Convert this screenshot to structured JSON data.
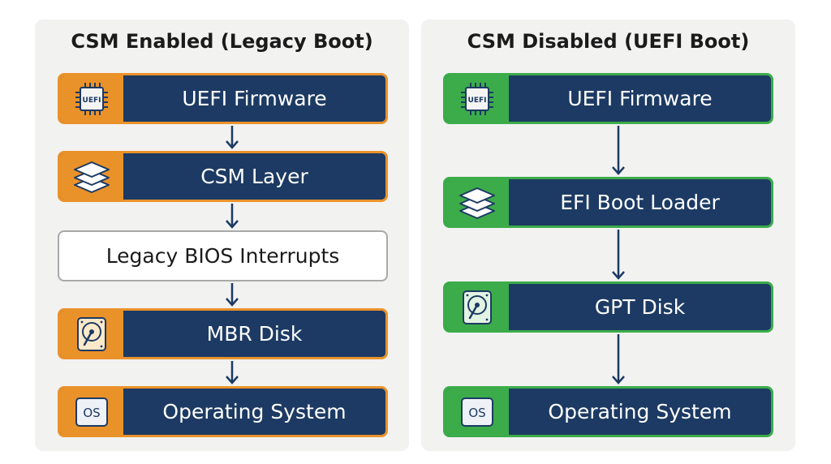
{
  "left": {
    "title": "CSM Enabled (Legacy Boot)",
    "boxes": [
      {
        "label": "UEFI Firmware",
        "icon": "chip-icon",
        "icon_text": "UEFI"
      },
      {
        "label": "CSM Layer",
        "icon": "layers-icon"
      },
      {
        "label": "Legacy BIOS Interrupts"
      },
      {
        "label": "MBR Disk",
        "icon": "hard-disk-icon"
      },
      {
        "label": "Operating System",
        "icon": "os-icon",
        "icon_text": "OS"
      }
    ]
  },
  "right": {
    "title": "CSM Disabled (UEFI Boot)",
    "boxes": [
      {
        "label": "UEFI Firmware",
        "icon": "chip-icon",
        "icon_text": "UEFI"
      },
      {
        "label": "EFI Boot Loader",
        "icon": "layers-icon"
      },
      {
        "label": "GPT Disk",
        "icon": "hard-disk-icon"
      },
      {
        "label": "Operating System",
        "icon": "os-icon",
        "icon_text": "OS"
      }
    ]
  },
  "colors": {
    "box_fill": "#1c3a63",
    "legacy_accent": "#ea922a",
    "uefi_accent": "#3cac4a",
    "panel_bg": "#f2f2f1",
    "neutral_border": "#a9a9a9"
  }
}
